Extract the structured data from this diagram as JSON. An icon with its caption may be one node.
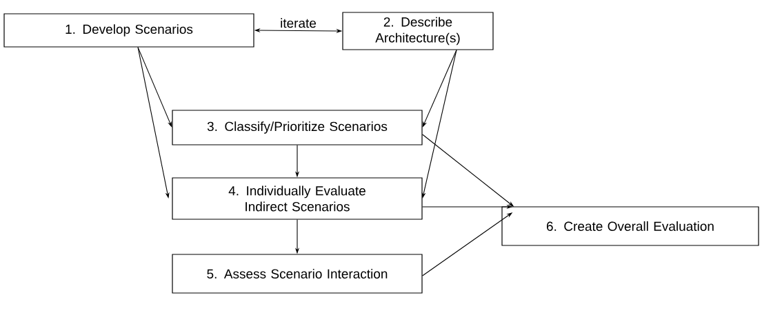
{
  "diagram": {
    "nodes": [
      {
        "text": [
          "1. Develop Scenarios"
        ]
      },
      {
        "text": [
          "2. Describe Architecture(s)"
        ]
      },
      {
        "text": [
          "3. Classify/Prioritize Scenarios"
        ]
      },
      {
        "text": [
          "4. Individually Evaluate Indirect Scenarios"
        ]
      },
      {
        "text": [
          "5. Assess Scenario Interaction"
        ]
      },
      {
        "text": [
          "6. Create Overall Evaluation"
        ]
      }
    ],
    "edges": [
      {
        "from": 0,
        "to": 1,
        "arrow": "both",
        "label": "iterate"
      },
      {
        "from": 0,
        "to": 2,
        "arrow": "to"
      },
      {
        "from": 0,
        "to": 3,
        "arrow": "to"
      },
      {
        "from": 1,
        "to": 2,
        "arrow": "to"
      },
      {
        "from": 1,
        "to": 3,
        "arrow": "to"
      },
      {
        "from": 2,
        "to": 3,
        "arrow": "to"
      },
      {
        "from": 3,
        "to": 4,
        "arrow": "to"
      },
      {
        "from": 2,
        "to": 5,
        "arrow": "to"
      },
      {
        "from": 3,
        "to": 5,
        "arrow": "to"
      },
      {
        "from": 4,
        "to": 5,
        "arrow": "to"
      }
    ]
  }
}
